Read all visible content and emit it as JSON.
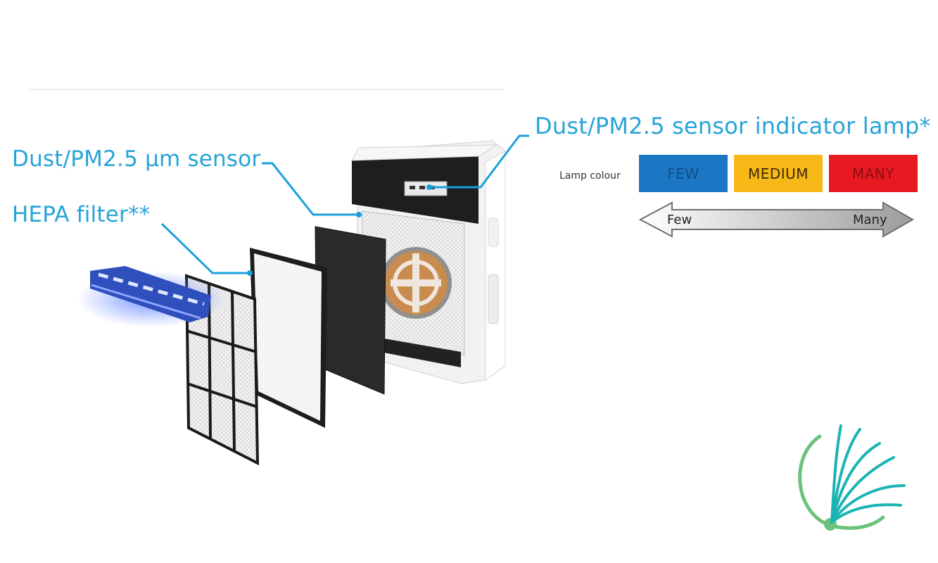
{
  "callouts": {
    "sensor": "Dust/PM2.5 µm sensor",
    "hepa": "HEPA filter**",
    "lamp": "Dust/PM2.5 sensor indicator lamp*"
  },
  "legend": {
    "caption": "Lamp colour",
    "levels": [
      {
        "label": "FEW",
        "color": "#1b77c4"
      },
      {
        "label": "MEDIUM",
        "color": "#f7b818"
      },
      {
        "label": "MANY",
        "color": "#e71a21"
      }
    ],
    "arrow_left": "Few",
    "arrow_right": "Many"
  },
  "colors": {
    "callout_text": "#27a3d8",
    "leader_line": "#1aa0dc",
    "logo_teal": "#1bb3b3",
    "logo_green": "#6cc27a"
  }
}
